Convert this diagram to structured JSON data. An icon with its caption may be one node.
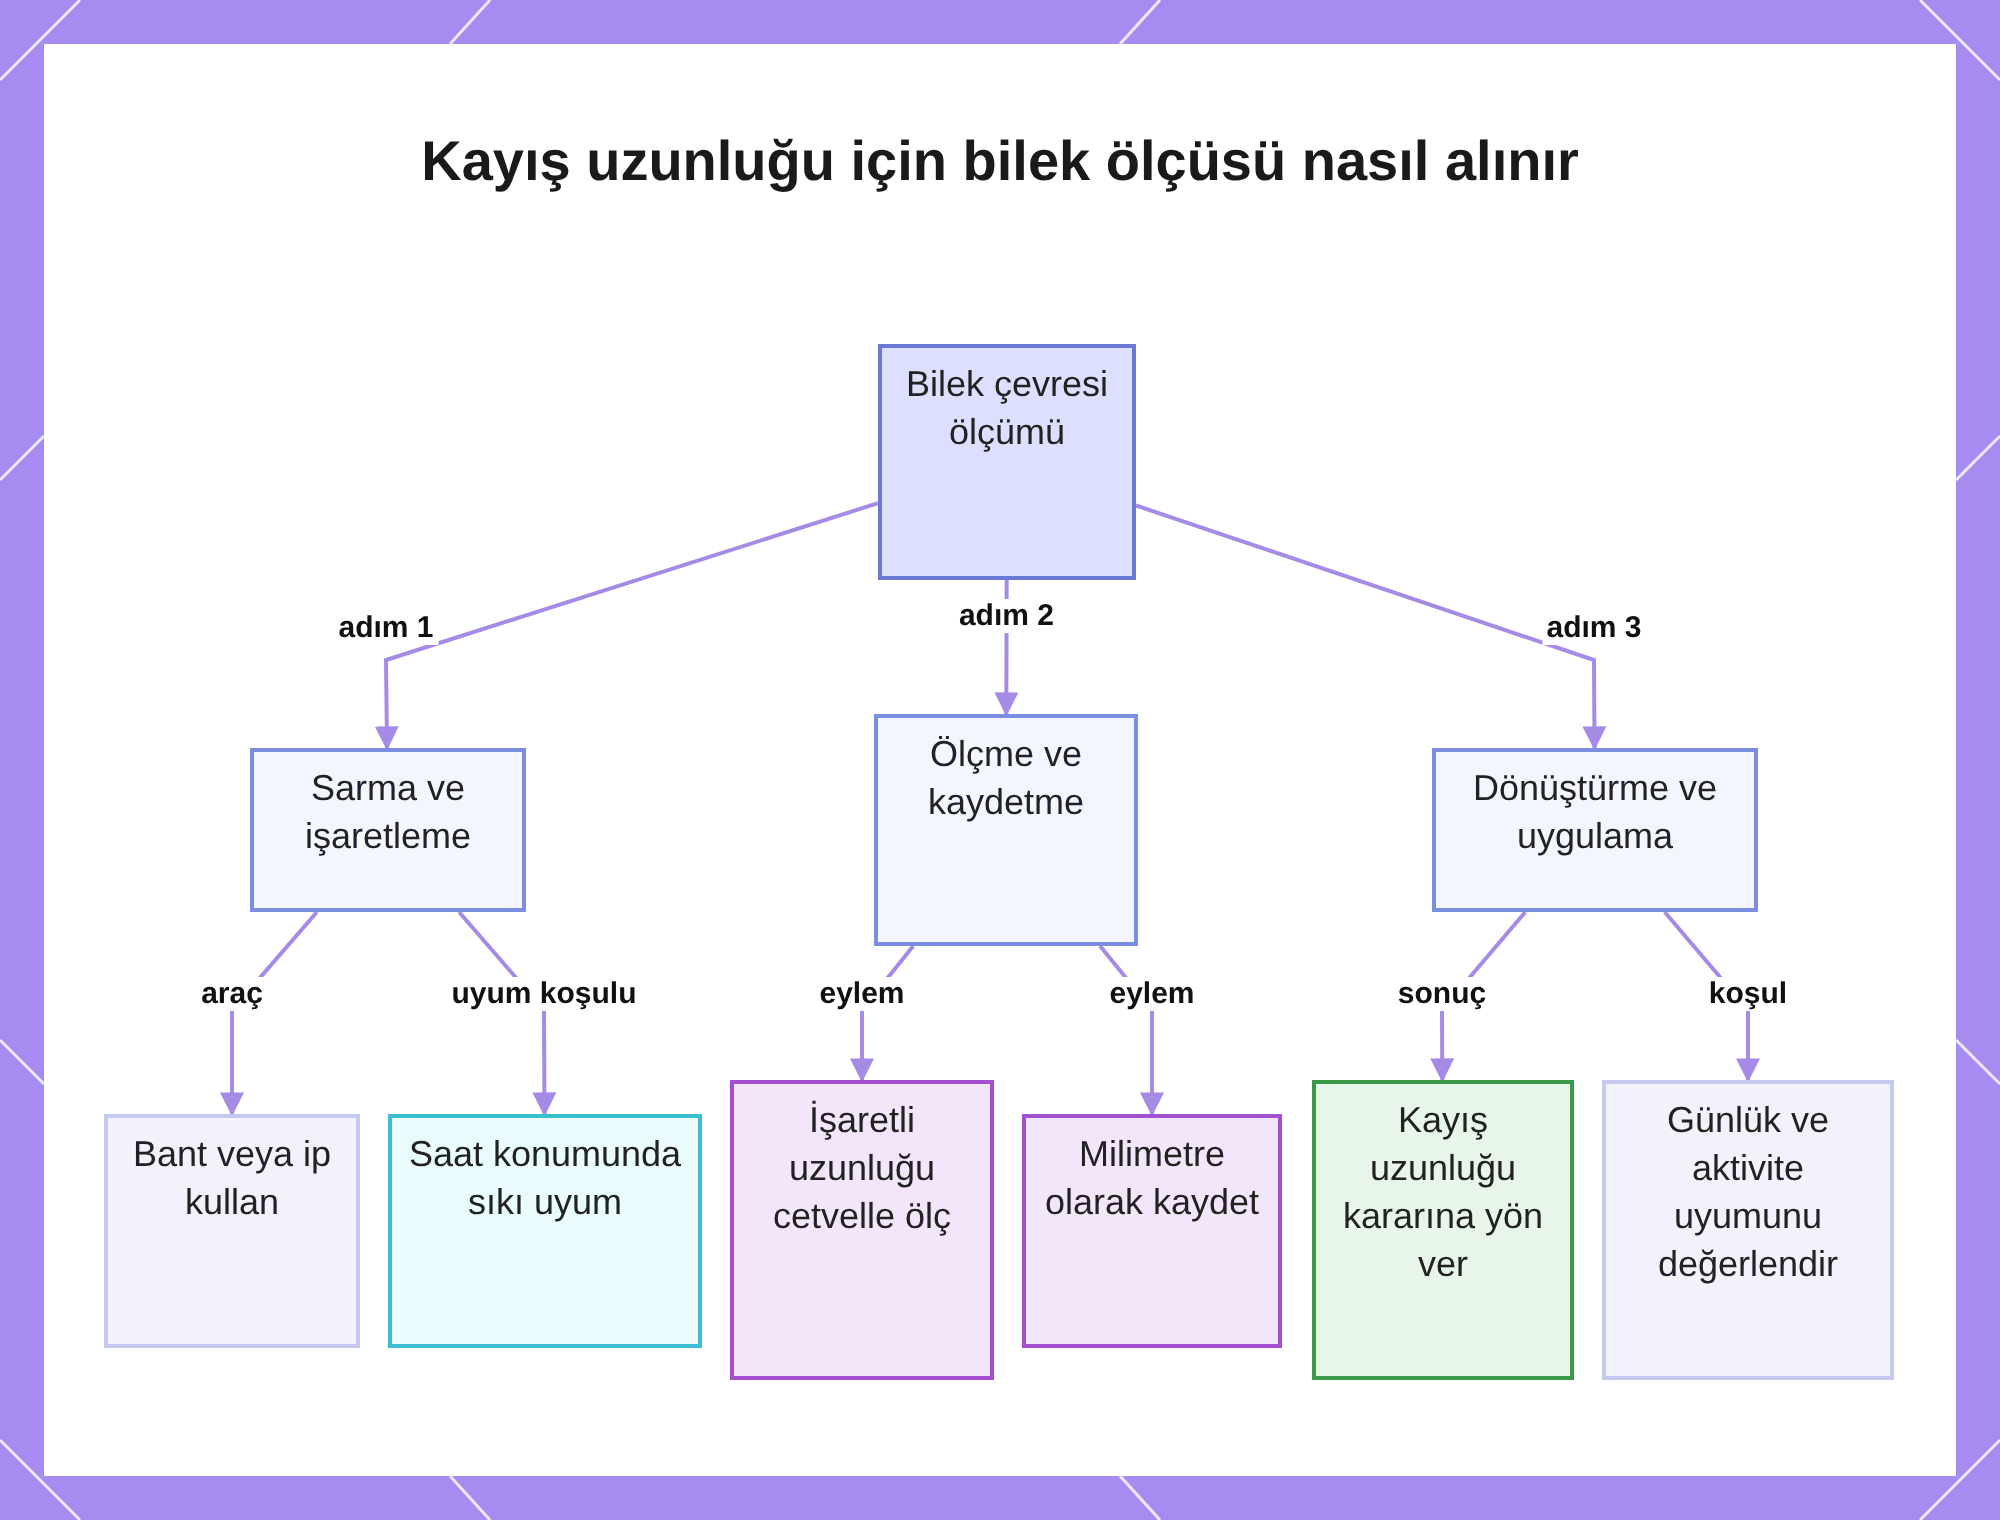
{
  "diagram": {
    "title": "Kayış uzunluğu için bilek ölçüsü nasıl alınır",
    "nodes": [
      {
        "text": [
          "Bilek çevresi ölçümü"
        ]
      },
      {
        "text": [
          "Sarma ve işaretleme"
        ]
      },
      {
        "text": [
          "Ölçme ve kaydetme"
        ]
      },
      {
        "text": [
          "Dönüştürme ve uygulama"
        ]
      },
      {
        "text": [
          "Bant veya ip kullan"
        ]
      },
      {
        "text": [
          "Saat konumunda sıkı uyum"
        ]
      },
      {
        "text": [
          "İşaretli uzunluğu cetvelle ölç"
        ]
      },
      {
        "text": [
          "Milimetre olarak kaydet"
        ]
      },
      {
        "text": [
          "Kayış uzunluğu kararına yön ver"
        ]
      },
      {
        "text": [
          "Günlük ve aktivite uyumunu değerlendir"
        ]
      }
    ],
    "edges": [
      {
        "from": 0,
        "to": 1,
        "arrow": "to",
        "label": "adım 1"
      },
      {
        "from": 0,
        "to": 2,
        "arrow": "to",
        "label": "adım 2"
      },
      {
        "from": 0,
        "to": 3,
        "arrow": "to",
        "label": "adım 3"
      },
      {
        "from": 1,
        "to": 4,
        "arrow": "to",
        "label": "araç"
      },
      {
        "from": 1,
        "to": 5,
        "arrow": "to",
        "label": "uyum koşulu"
      },
      {
        "from": 2,
        "to": 6,
        "arrow": "to",
        "label": "eylem"
      },
      {
        "from": 2,
        "to": 7,
        "arrow": "to",
        "label": "eylem"
      },
      {
        "from": 3,
        "to": 8,
        "arrow": "to",
        "label": "sonuç"
      },
      {
        "from": 3,
        "to": 9,
        "arrow": "to",
        "label": "koşul"
      }
    ]
  }
}
